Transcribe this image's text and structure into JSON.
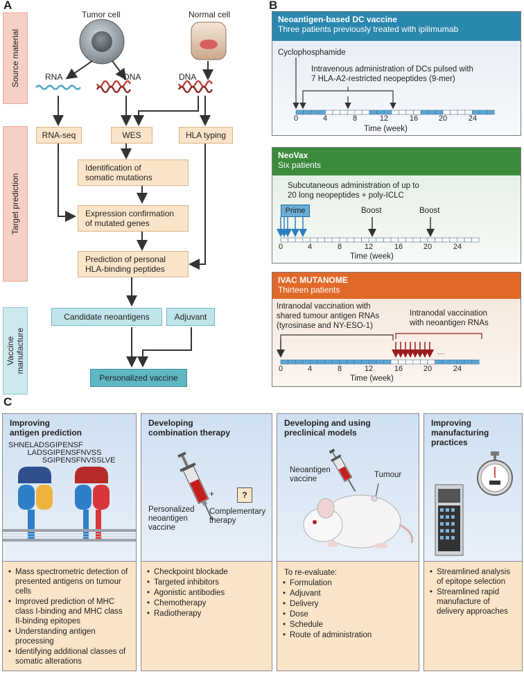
{
  "panelA": {
    "letter": "A",
    "tumor_cell": "Tumor cell",
    "normal_cell": "Normal cell",
    "rna": "RNA",
    "dna1": "DNA",
    "dna2": "DNA",
    "side_source": "Source material",
    "side_target": "Target prediction",
    "side_vaccine": "Vaccine manufacture",
    "rnaseq": "RNA-seq",
    "wes": "WES",
    "hla": "HLA typing",
    "step1a": "Identification of",
    "step1b": "somatic mutations",
    "step2a": "Expression confirmation",
    "step2b": "of mutated genes",
    "step3a": "Prediction of personal",
    "step3b": "HLA-binding peptides",
    "candidate": "Candidate neoantigens",
    "adjuvant": "Adjuvant",
    "personalized": "Personalized vaccine"
  },
  "panelB": {
    "letter": "B",
    "p1": {
      "title": "Neoantigen-based DC vaccine",
      "subtitle": "Three patients previously treated with ipilimumab",
      "cyclo": "Cyclophosphamide",
      "iv1": "Intravenous administration of DCs pulsed with",
      "iv2": "7 HLA-A2-restricted neopeptides (9-mer)",
      "xlabel": "Time (week)",
      "ticks": [
        "0",
        "4",
        "8",
        "12",
        "16",
        "20",
        "24"
      ],
      "color": "#2a87ad"
    },
    "p2": {
      "title": "NeoVax",
      "subtitle": "Six patients",
      "sc1": "Subcutaneous administration of up to",
      "sc2": "20 long neopeptides + poly-ICLC",
      "prime": "Prime",
      "boost1": "Boost",
      "boost2": "Boost",
      "xlabel": "Time (week)",
      "ticks": [
        "0",
        "4",
        "8",
        "12",
        "16",
        "20",
        "24"
      ],
      "color": "#3c8a3c"
    },
    "p3": {
      "title": "IVAC MUTANOME",
      "subtitle": "Thirteen patients",
      "in1": "Intranodal vaccination with",
      "in2": "shared tumour antigen RNAs",
      "in3": "(tyrosinase and NY-ESO-1)",
      "in4": "Intranodal vaccination",
      "in5": "with neoantigen RNAs",
      "xlabel": "Time (week)",
      "ticks": [
        "0",
        "4",
        "8",
        "12",
        "16",
        "20",
        "24"
      ],
      "color": "#e0692a"
    }
  },
  "panelC": {
    "letter": "C",
    "c1": {
      "title1": "Improving",
      "title2": "antigen prediction",
      "seq1": "SHNELADSGIPENSF",
      "seq2": "         LADSGIPENSFNVSS",
      "seq3": "                SGIPENSFNVSSLVE",
      "items": [
        "Mass spectrometric detection of presented antigens on tumour cells",
        "Improved prediction of MHC class I-binding and MHC class II-binding epitopes",
        "Understanding antigen processing",
        "Identifying additional classes of somatic alterations"
      ]
    },
    "c2": {
      "title1": "Developing",
      "title2": "combination therapy",
      "pv1": "Personalized",
      "pv2": "neoantigen",
      "pv3": "vaccine",
      "plus": "+",
      "q": "?",
      "ct1": "Complementary",
      "ct2": "therapy",
      "items": [
        "Checkpoint blockade",
        "Targeted inhibitors",
        "Agonistic antibodies",
        "Chemotherapy",
        "Radiotherapy"
      ]
    },
    "c3": {
      "title1": "Developing and using",
      "title2": "preclinical models",
      "nv1": "Neoantigen",
      "nv2": "vaccine",
      "tumour": "Tumour",
      "intro": "To re-evaluate:",
      "items": [
        "Formulation",
        "Adjuvant",
        "Delivery",
        "Dose",
        "Schedule",
        "Route of administration"
      ]
    },
    "c4": {
      "title1": "Improving",
      "title2": "manufacturing",
      "title3": "practices",
      "items": [
        "Streamlined analysis of epitope selection",
        "Streamlined rapid manufacture of delivery approaches"
      ]
    }
  }
}
